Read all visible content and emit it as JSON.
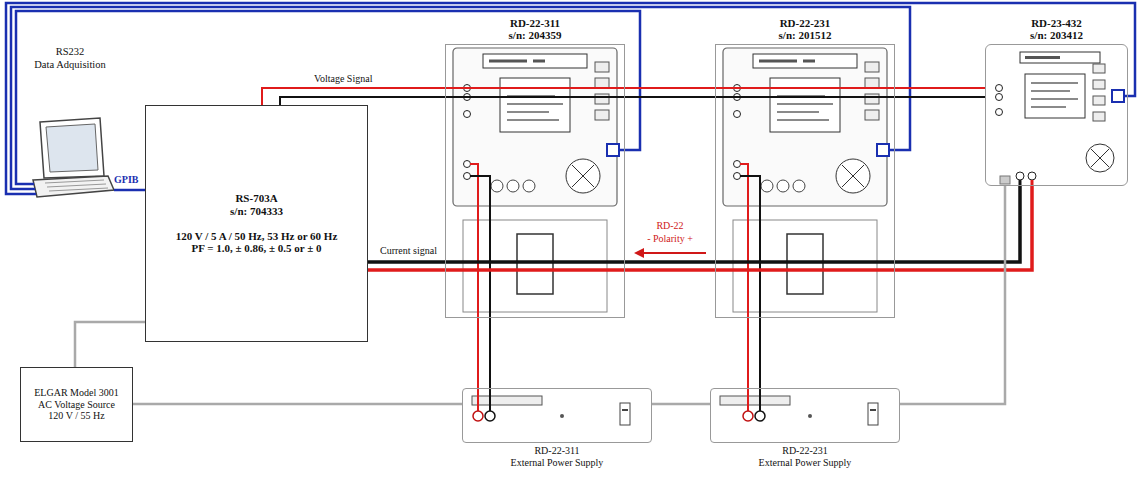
{
  "diagram": {
    "nodes": [
      {
        "text": [
          "RS-703A",
          "s/n: 704333",
          "120 V / 5 A / 50 Hz, 53 Hz or 60 Hz",
          "PF = 1.0, ± 0.86, ± 0.5 or ± 0"
        ]
      },
      {
        "text": [
          "ELGAR Model 3001 AC Voltage Source 120 V / 55 Hz"
        ]
      },
      {
        "text": [
          "RD-22-311",
          "s/n: 204359"
        ]
      },
      {
        "text": [
          "RD-22-231",
          "s/n: 201512"
        ]
      },
      {
        "text": [
          "RD-23-432",
          "s/n: 203412"
        ]
      },
      {
        "text": [
          "RD-22-311",
          "External Power Supply"
        ]
      },
      {
        "text": [
          "RD-22-231",
          "External Power Supply"
        ]
      }
    ],
    "edges": [
      {
        "from": 1,
        "to": 0,
        "arrow": "none"
      },
      {
        "from": 0,
        "to": 2,
        "arrow": "none",
        "label": "Voltage Signal"
      },
      {
        "from": 0,
        "to": 3,
        "arrow": "none"
      },
      {
        "from": 0,
        "to": 4,
        "arrow": "none"
      },
      {
        "from": 0,
        "to": 4,
        "arrow": "none",
        "label": "Current signal"
      },
      {
        "from": 1,
        "to": 5,
        "arrow": "none"
      },
      {
        "from": 5,
        "to": 6,
        "arrow": "none"
      },
      {
        "from": 6,
        "to": 4,
        "arrow": "none"
      },
      {
        "from": 5,
        "to": 2,
        "arrow": "none"
      },
      {
        "from": 6,
        "to": 3,
        "arrow": "none"
      }
    ],
    "labels": [
      "RS232",
      "Data Adquisition",
      "GPIB",
      "RD-22",
      "- Polarity +"
    ]
  }
}
